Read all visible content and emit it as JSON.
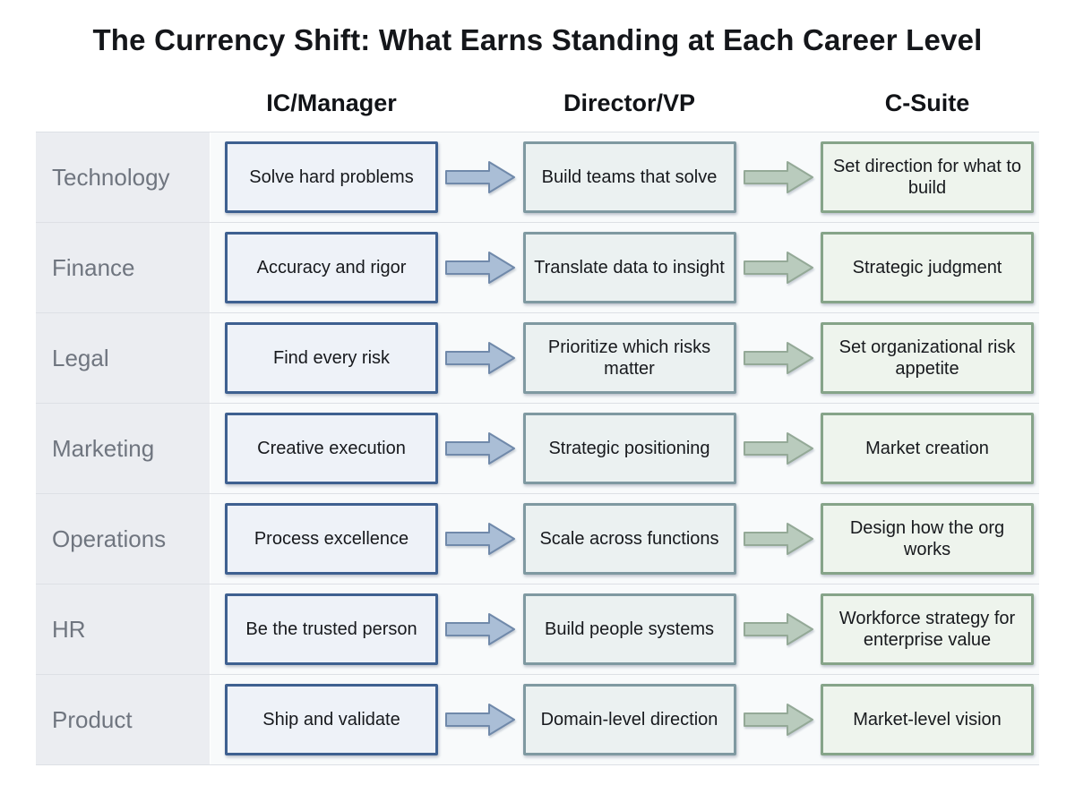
{
  "title": "The Currency Shift: What Earns Standing at Each Career Level",
  "columns": [
    {
      "label": "IC/Manager"
    },
    {
      "label": "Director/VP"
    },
    {
      "label": "C-Suite"
    }
  ],
  "rows": [
    {
      "label": "Technology",
      "cells": [
        "Solve hard problems",
        "Build teams that solve",
        "Set direction for what to build"
      ]
    },
    {
      "label": "Finance",
      "cells": [
        "Accuracy and rigor",
        "Translate data to insight",
        "Strategic judgment"
      ]
    },
    {
      "label": "Legal",
      "cells": [
        "Find every risk",
        "Prioritize which risks matter",
        "Set organizational risk appetite"
      ]
    },
    {
      "label": "Marketing",
      "cells": [
        "Creative execution",
        "Strategic positioning",
        "Market creation"
      ]
    },
    {
      "label": "Operations",
      "cells": [
        "Process excellence",
        "Scale across functions",
        "Design how the org works"
      ]
    },
    {
      "label": "HR",
      "cells": [
        "Be the trusted person",
        "Build people systems",
        "Workforce strategy for enterprise value"
      ]
    },
    {
      "label": "Product",
      "cells": [
        "Ship and validate",
        "Domain-level direction",
        "Market-level vision"
      ]
    }
  ],
  "palette": {
    "ic-border": "#3e6090",
    "ic-fill": "#eef2f8",
    "dir-border": "#7f99a1",
    "dir-fill": "#ebf1f1",
    "cs-border": "#86a489",
    "cs-fill": "#eef4ed",
    "arrow-blue-fill": "#aabed6",
    "arrow-blue-stroke": "#7089aa",
    "arrow-green-fill": "#b9cbbd",
    "arrow-green-stroke": "#94a997",
    "label-col-bg": "#ebedf1",
    "row-bg": "#f8fafb",
    "separator": "#dde0e5",
    "label-text": "#6f757f"
  }
}
